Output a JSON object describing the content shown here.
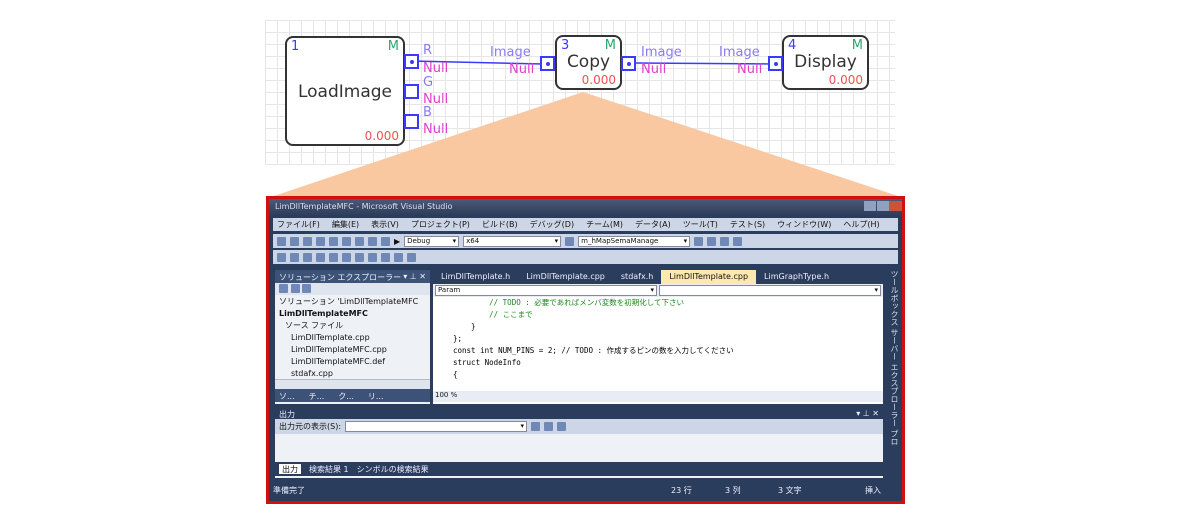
{
  "graph": {
    "nodes": [
      {
        "id": "1",
        "mode": "M",
        "title": "LoadImage",
        "time": "0.000"
      },
      {
        "id": "3",
        "mode": "M",
        "title": "Copy",
        "time": "0.000"
      },
      {
        "id": "4",
        "mode": "M",
        "title": "Display",
        "time": "0.000"
      }
    ],
    "loadimage_ports": [
      {
        "label": "R",
        "value": "Null"
      },
      {
        "label": "G",
        "value": "Null"
      },
      {
        "label": "B",
        "value": "Null"
      }
    ],
    "copy_in": {
      "label": "Image",
      "value": "Null"
    },
    "copy_out": {
      "label": "Image",
      "value": "Null"
    },
    "display_in": {
      "label": "Image",
      "value": "Null"
    },
    "colors": {
      "port": "#3a3aff",
      "highlight": "#f9c7a0",
      "frame": "#d01010"
    }
  },
  "vs": {
    "title": "LimDllTemplateMFC - Microsoft Visual Studio",
    "menu": [
      "ファイル(F)",
      "編集(E)",
      "表示(V)",
      "プロジェクト(P)",
      "ビルド(B)",
      "デバッグ(D)",
      "チーム(M)",
      "データ(A)",
      "ツール(T)",
      "テスト(S)",
      "ウィンドウ(W)",
      "ヘルプ(H)"
    ],
    "toolbar": {
      "config": "Debug",
      "platform": "x64",
      "find": "m_hMapSemaManage"
    },
    "solution": {
      "header": "ソリューション エクスプローラー",
      "items": [
        "ソリューション 'LimDllTemplateMFC",
        "LimDllTemplateMFC",
        "ソース ファイル",
        "LimDllTemplate.cpp",
        "LimDllTemplateMFC.cpp",
        "LimDllTemplateMFC.def",
        "stdafx.cpp"
      ],
      "tabs": [
        "ソ...",
        "チ...",
        "ク...",
        "リ..."
      ]
    },
    "editor": {
      "tabs": [
        "LimDllTemplate.h",
        "LimDllTemplate.cpp",
        "stdafx.h",
        "LimDllTemplate.cpp",
        "LimGraphType.h"
      ],
      "active_tab": 3,
      "scope": "Param",
      "zoom": "100 %",
      "lines": [
        "        // TODO : 必要であればメンバ変数を初期化して下さい",
        "",
        "        // ここまで",
        "    }",
        "};",
        "",
        "const int NUM_PINS = 2; // TODO : 作成するピンの数を入力してください",
        "",
        "struct NodeInfo",
        "{"
      ]
    },
    "side_strip": "ツールボックス  サーバー エクスプローラー  プロ",
    "output": {
      "header": "出力",
      "source_label": "出力元の表示(S):",
      "tabs": [
        "出力",
        "検索結果 1",
        "シンボルの検索結果"
      ]
    },
    "status": {
      "text": "準備完了",
      "line": "23 行",
      "col": "3 列",
      "ch": "3 文字",
      "mode": "挿入"
    }
  }
}
